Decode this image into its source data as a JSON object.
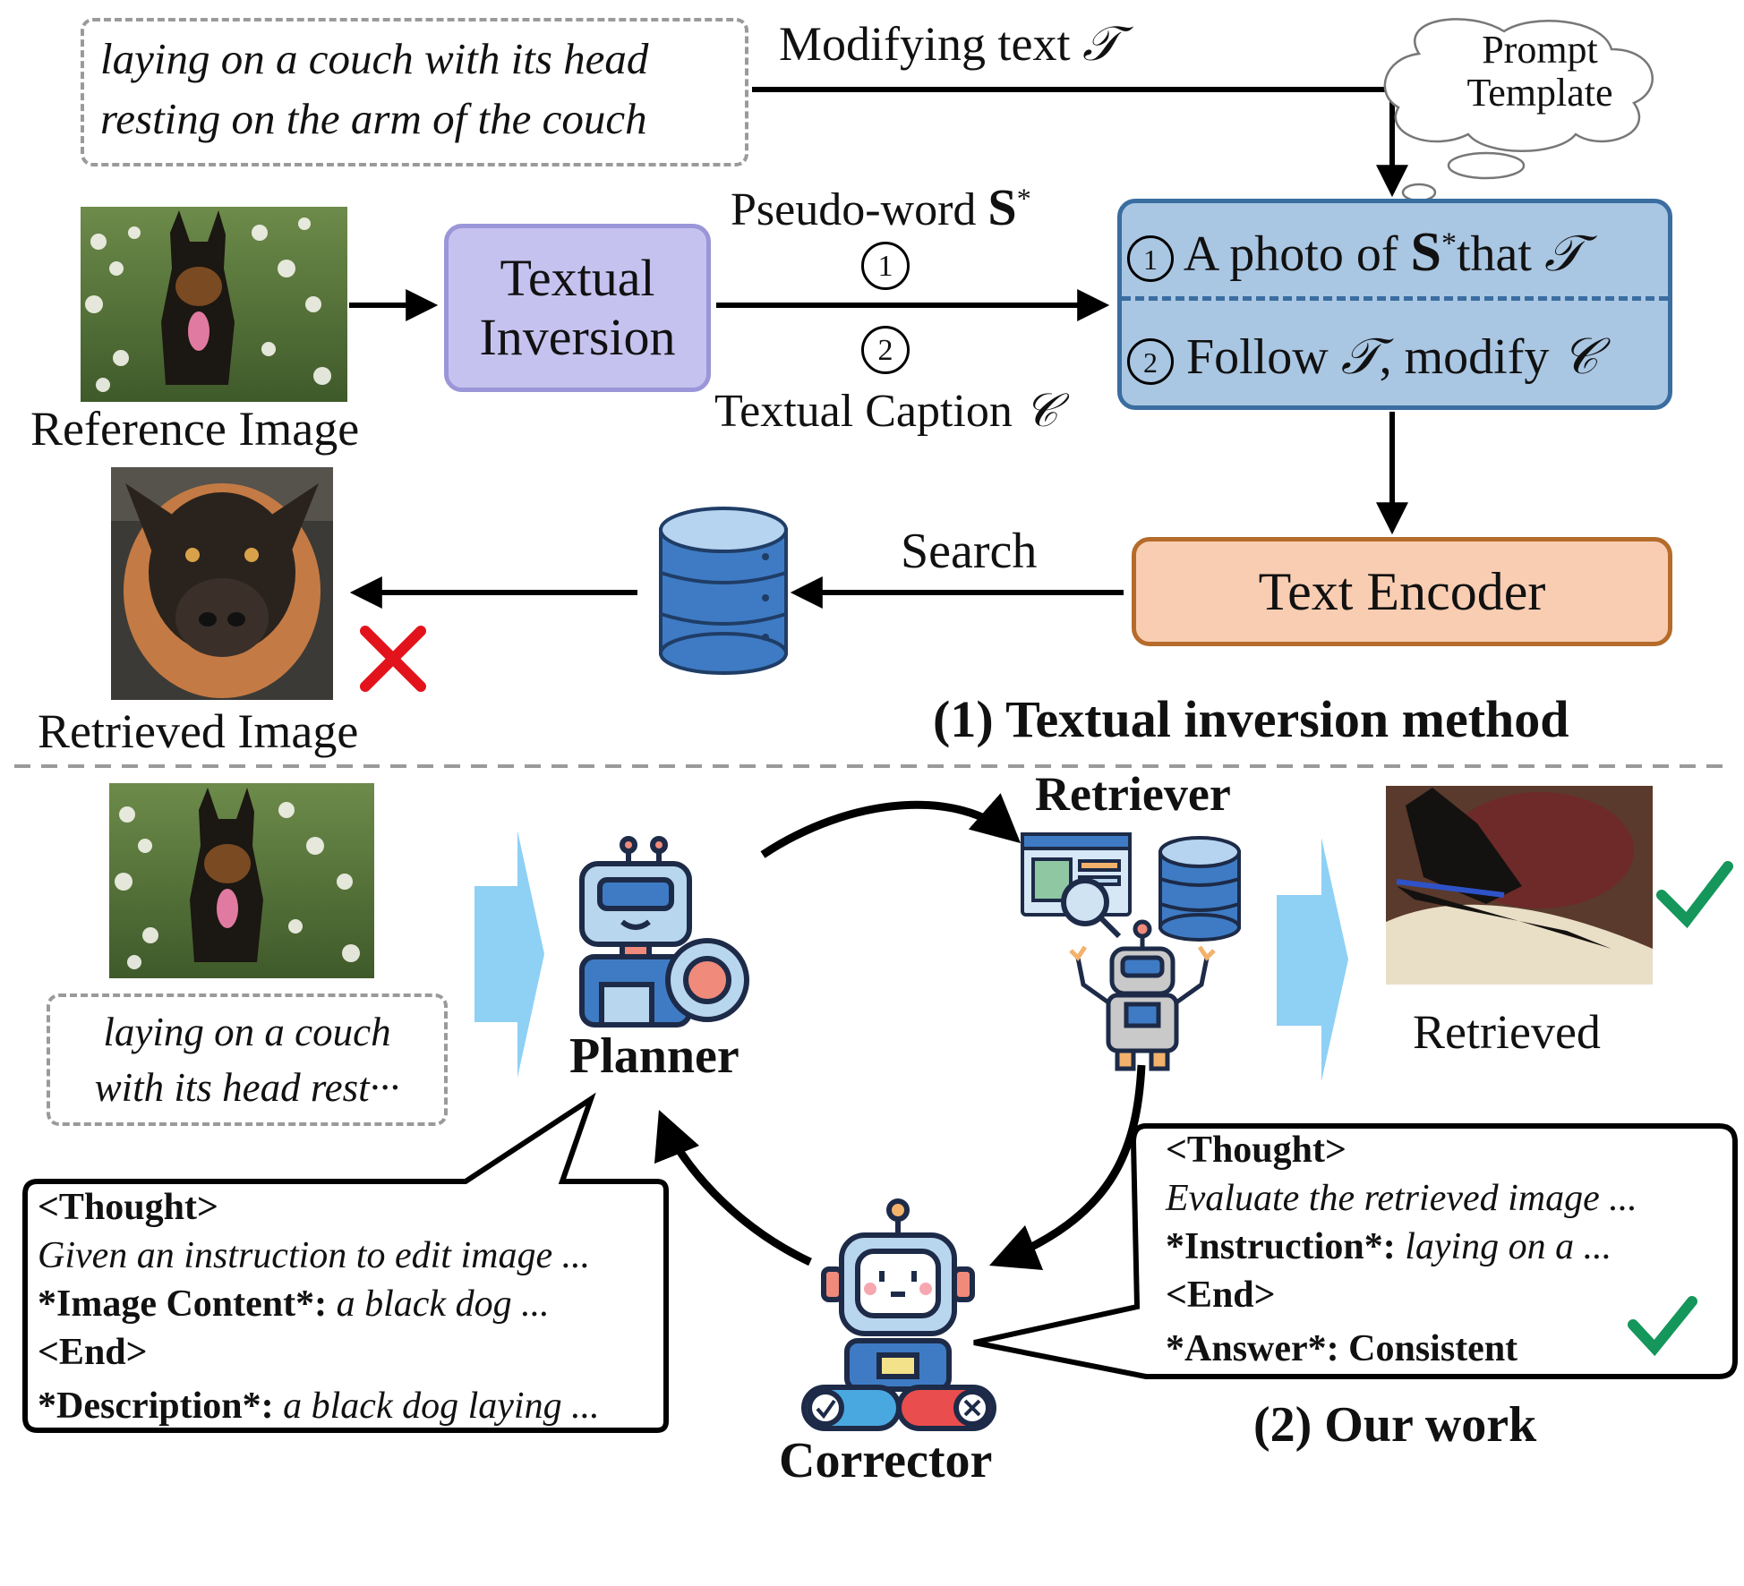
{
  "top": {
    "query_text": [
      "laying on a couch with its head",
      "resting on the arm of the couch"
    ],
    "modifying_text_label": "Modifying text",
    "modifying_text_symbol": "𝒯",
    "prompt_template": [
      "Prompt",
      "Template"
    ],
    "reference_image_label": "Reference Image",
    "textual_inversion_box": [
      "Textual",
      "Inversion"
    ],
    "pseudo_word_label": "Pseudo-word",
    "pseudo_word_symbol": "S",
    "step1_marker": "1",
    "step2_marker": "2",
    "textual_caption_label": "Textual Caption",
    "caption_symbol": "𝒞",
    "prompt1_prefix": "A photo of",
    "prompt1_mid": "that",
    "prompt2_prefix": "Follow",
    "prompt2_mid": ", modify",
    "text_encoder_label": "Text Encoder",
    "search_label": "Search",
    "retrieved_image_label": "Retrieved Image",
    "section_title": "(1) Textual inversion method"
  },
  "bottom": {
    "query_text": [
      "laying on a couch",
      "with its head rest···"
    ],
    "planner_label": "Planner",
    "retriever_label": "Retriever",
    "retrieved_label": "Retrieved",
    "corrector_label": "Corrector",
    "section_title": "(2) Our work",
    "planner_bubble": {
      "line1": "<Thought>",
      "line2": "Given an instruction to edit image ...",
      "line3_key": "*Image Content*:",
      "line3_val": " a black dog ...",
      "line4": "<End>",
      "line5_key": "*Description*:",
      "line5_val": " a black dog laying ..."
    },
    "corrector_bubble": {
      "line1": "<Thought>",
      "line2": "Evaluate the retrieved image ...",
      "line3_key": "*Instruction*:",
      "line3_val": " laying on a ...",
      "line4": "<End>",
      "line5_key": "*Answer*:",
      "line5_val": " Consistent"
    }
  },
  "colors": {
    "inversion_fill": "#c6c2ef",
    "prompt_fill": "#a9c6e2",
    "encoder_fill": "#f8cdb2",
    "check_green": "#15965a",
    "cross_red": "#e3131b",
    "flow_arrow_blue": "#8fd0f5"
  }
}
